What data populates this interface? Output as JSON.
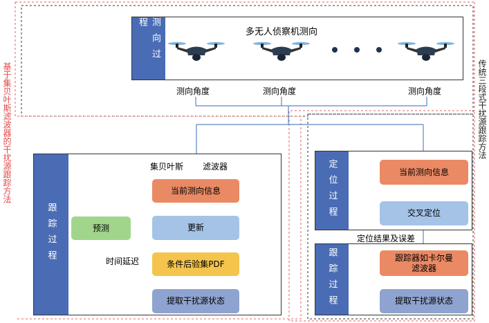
{
  "directional_process": {
    "side_label": "测向过程",
    "title": "多无人侦察机测向",
    "drone_labels": [
      "测向角度",
      "测向角度",
      "测向角度"
    ]
  },
  "left_side_title": "基于集贝叶斯滤波器的干扰源跟踪方法",
  "right_side_title": "传统三段式干扰源跟踪方法",
  "bayesian_tracking": {
    "side_label": "跟踪过程",
    "filter_label_1": "集贝叶斯",
    "filter_label_2": "滤波器",
    "current_info": "当前测向信息",
    "predict": "预测",
    "update": "更新",
    "condition_pdf": "条件后验集PDF",
    "extract_state": "提取干扰源状态",
    "time_delay": "时间延迟"
  },
  "positioning_process": {
    "side_label": "定位过程",
    "current_info": "当前测向信息",
    "cross_positioning": "交叉定位"
  },
  "result_label": "定位结果及误差",
  "traditional_tracking": {
    "side_label": "跟踪过程",
    "kalman_line1": "跟踪器如卡尔曼",
    "kalman_line2": "滤波器",
    "extract_state": "提取干扰源状态"
  },
  "colors": {
    "side_bar": "#4a6cb5",
    "current_info": "#ea8a64",
    "update": "#a4c3e7",
    "predict": "#a2d58c",
    "condition_pdf": "#f4c44d",
    "extract": "#8fa3d0",
    "arrow": "#5b86c5",
    "dash_black": "#333333",
    "dash_red": "#e06060"
  }
}
